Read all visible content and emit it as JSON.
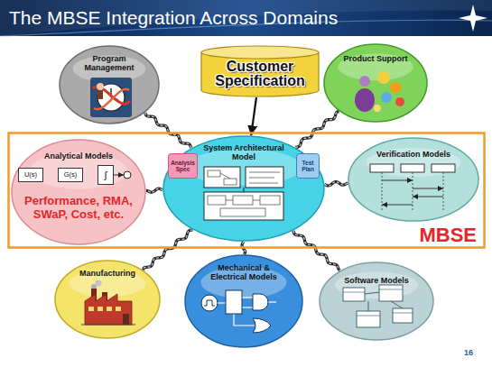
{
  "diagram": {
    "title": "The MBSE Integration Across Domains",
    "nodes": [
      {
        "text": [
          "Program Management"
        ]
      },
      {
        "text": [
          "Customer Specification"
        ]
      },
      {
        "text": [
          "Product Support"
        ]
      },
      {
        "text": [
          "MBSE"
        ]
      },
      {
        "text": [
          "Analytical Models",
          "Performance, RMA, SWaP, Cost, etc."
        ],
        "in": 3
      },
      {
        "text": [
          "U(s)"
        ],
        "in": 4
      },
      {
        "text": [
          "G(s)"
        ],
        "in": 4
      },
      {
        "text": [
          "∫"
        ],
        "in": 4
      },
      {
        "text": [
          "System Architectural Model"
        ],
        "in": 3
      },
      {
        "text": [
          "Analysis Spec"
        ],
        "in": 8
      },
      {
        "text": [
          "Test Plan"
        ],
        "in": 8
      },
      {
        "text": [
          "Verification Models"
        ],
        "in": 3
      },
      {
        "text": [
          "Manufacturing"
        ]
      },
      {
        "text": [
          "Mechanical & Electrical Models"
        ]
      },
      {
        "text": [
          "Software Models"
        ]
      }
    ],
    "edges": [
      {
        "from": 1,
        "to": 8,
        "arrow": "to"
      },
      {
        "from": 8,
        "to": 0,
        "arrow": "none"
      },
      {
        "from": 8,
        "to": 2,
        "arrow": "none"
      },
      {
        "from": 8,
        "to": 4,
        "arrow": "none"
      },
      {
        "from": 5,
        "to": 6,
        "arrow": "to"
      },
      {
        "from": 6,
        "to": 7,
        "arrow": "to"
      },
      {
        "from": 8,
        "to": 11,
        "arrow": "none"
      },
      {
        "from": 8,
        "to": 12,
        "arrow": "none"
      },
      {
        "from": 8,
        "to": 13,
        "arrow": "none"
      },
      {
        "from": 8,
        "to": 14,
        "arrow": "none"
      }
    ],
    "labels": [
      "16"
    ]
  }
}
